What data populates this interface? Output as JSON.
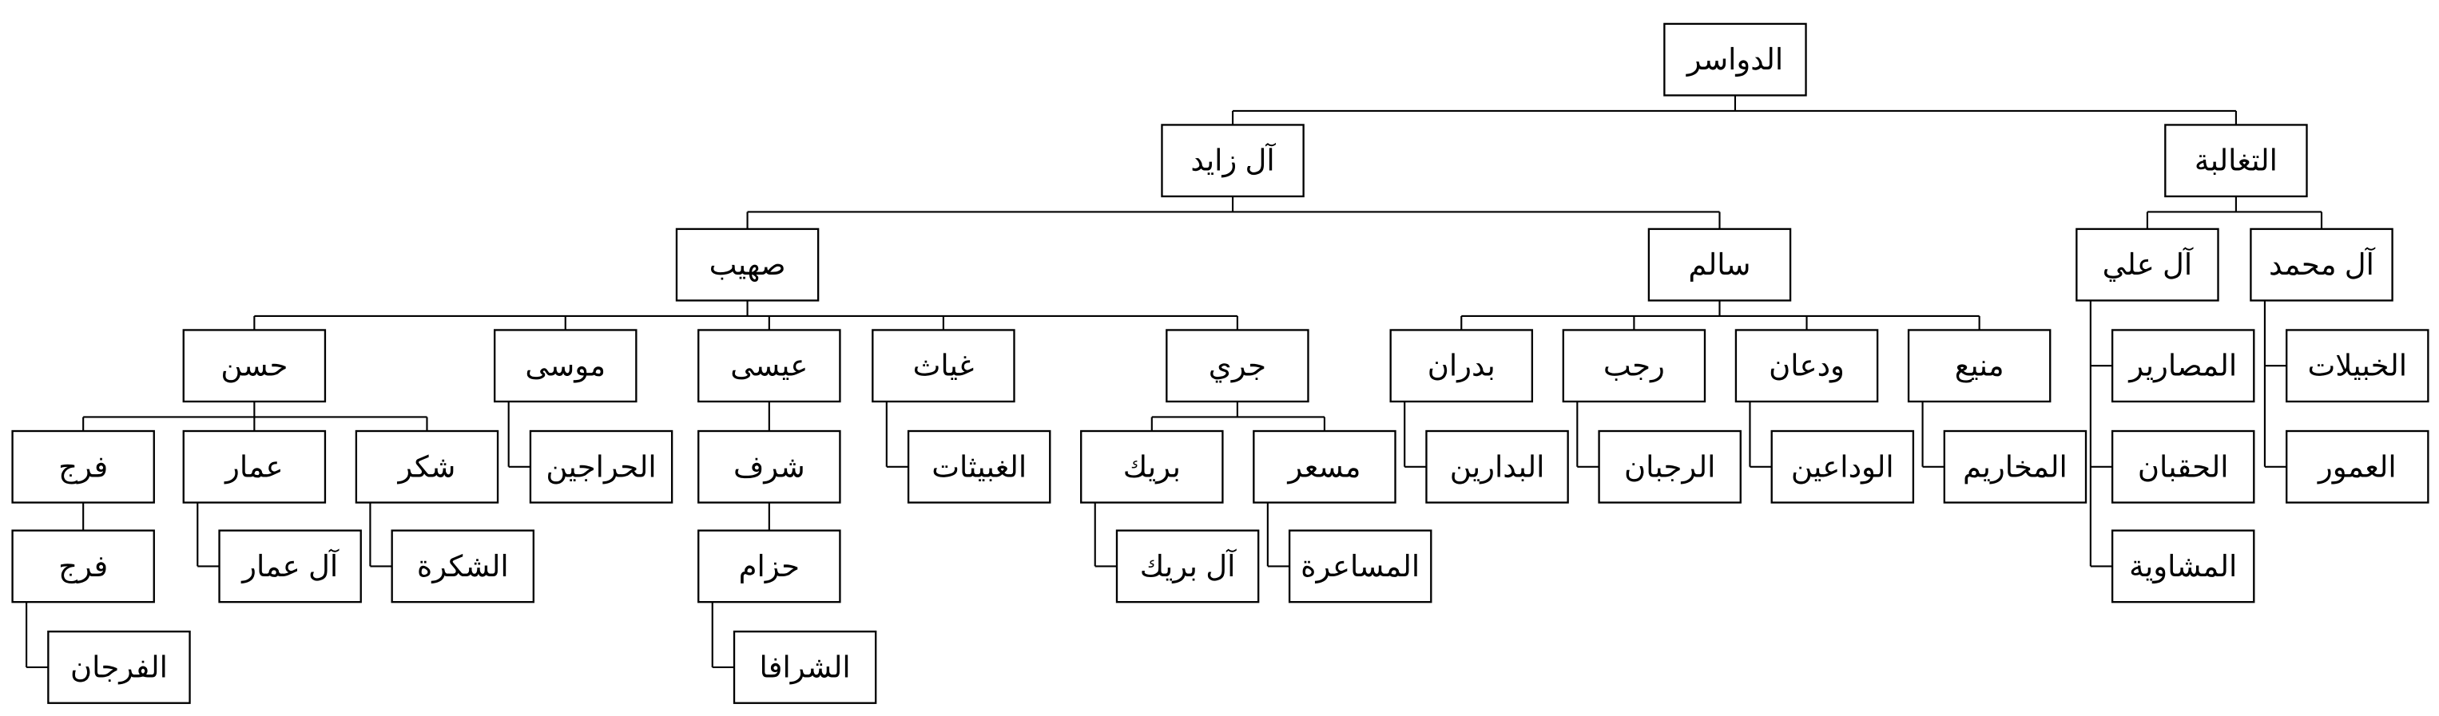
{
  "tree": {
    "root": "الدواسر",
    "zayed": "آل زايد",
    "taghaliba": "التغالبة",
    "suhaib": "صهيب",
    "salem": "سالم",
    "ali": "آل علي",
    "muhammad": "آل محمد",
    "hasan": "حسن",
    "musa": "موسى",
    "isa": "عيسى",
    "ghiyath": "غياث",
    "jari": "جري",
    "badran": "بدران",
    "rajab": "رجب",
    "wadaan": "ودعان",
    "manie": "منيع",
    "masarir": "المصارير",
    "khubailat": "الخبيلات",
    "faraj1": "فرج",
    "ammar": "عمار",
    "shukr": "شكر",
    "harajin": "الحراجين",
    "sharaf": "شرف",
    "ghubaithat": "الغبيثات",
    "barik": "بريك",
    "musir": "مسعر",
    "badarin": "البدارين",
    "rajban": "الرجبان",
    "wadaeen": "الوداعين",
    "makharim": "المخاريم",
    "haqban": "الحقبان",
    "umur": "العمور",
    "faraj2": "فرج",
    "al_ammar": "آل عمار",
    "shukra": "الشكرة",
    "hizam": "حزام",
    "al_barik": "آل بريك",
    "masaira": "المساعرة",
    "mashawiya": "المشاوية",
    "farajan": "الفرجان",
    "sharafa": "الشرافا"
  }
}
